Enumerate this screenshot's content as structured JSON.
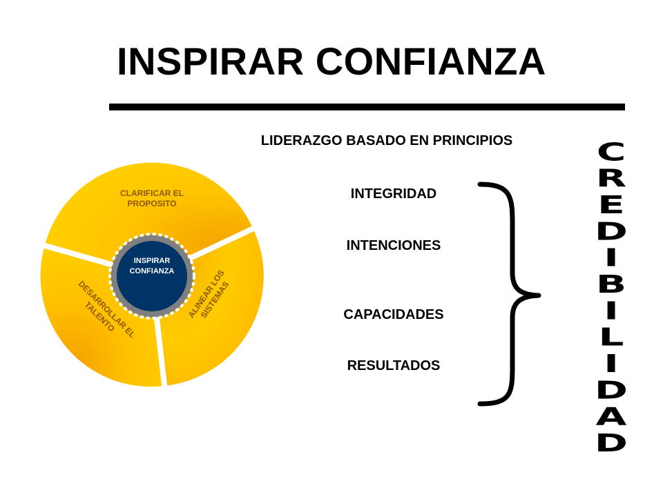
{
  "title": "INSPIRAR CONFIANZA",
  "subtitle": "LIDERAZGO BASADO EN PRINCIPIOS",
  "items": [
    "INTEGRIDAD",
    "INTENCIONES",
    "CAPACIDADES",
    "RESULTADOS"
  ],
  "wheel": {
    "center": [
      "INSPIRAR",
      "CONFIANZA"
    ],
    "top_label": [
      "CLARIFICAR EL",
      "PROPOSITO"
    ],
    "right_label": [
      "ALINEAR LOS",
      "SISTEMAS"
    ],
    "left_label": [
      "DESARROLLAR EL",
      "TALENTO"
    ]
  },
  "vertical_word": [
    "C",
    "R",
    "E",
    "D",
    "I",
    "B",
    "I",
    "L",
    "I",
    "D",
    "A",
    "D"
  ],
  "colors": {
    "wheel_light": "#FFCC00",
    "wheel_dark": "#F4A300",
    "center_fill": "#003366",
    "label_text": "#8B5A00"
  }
}
